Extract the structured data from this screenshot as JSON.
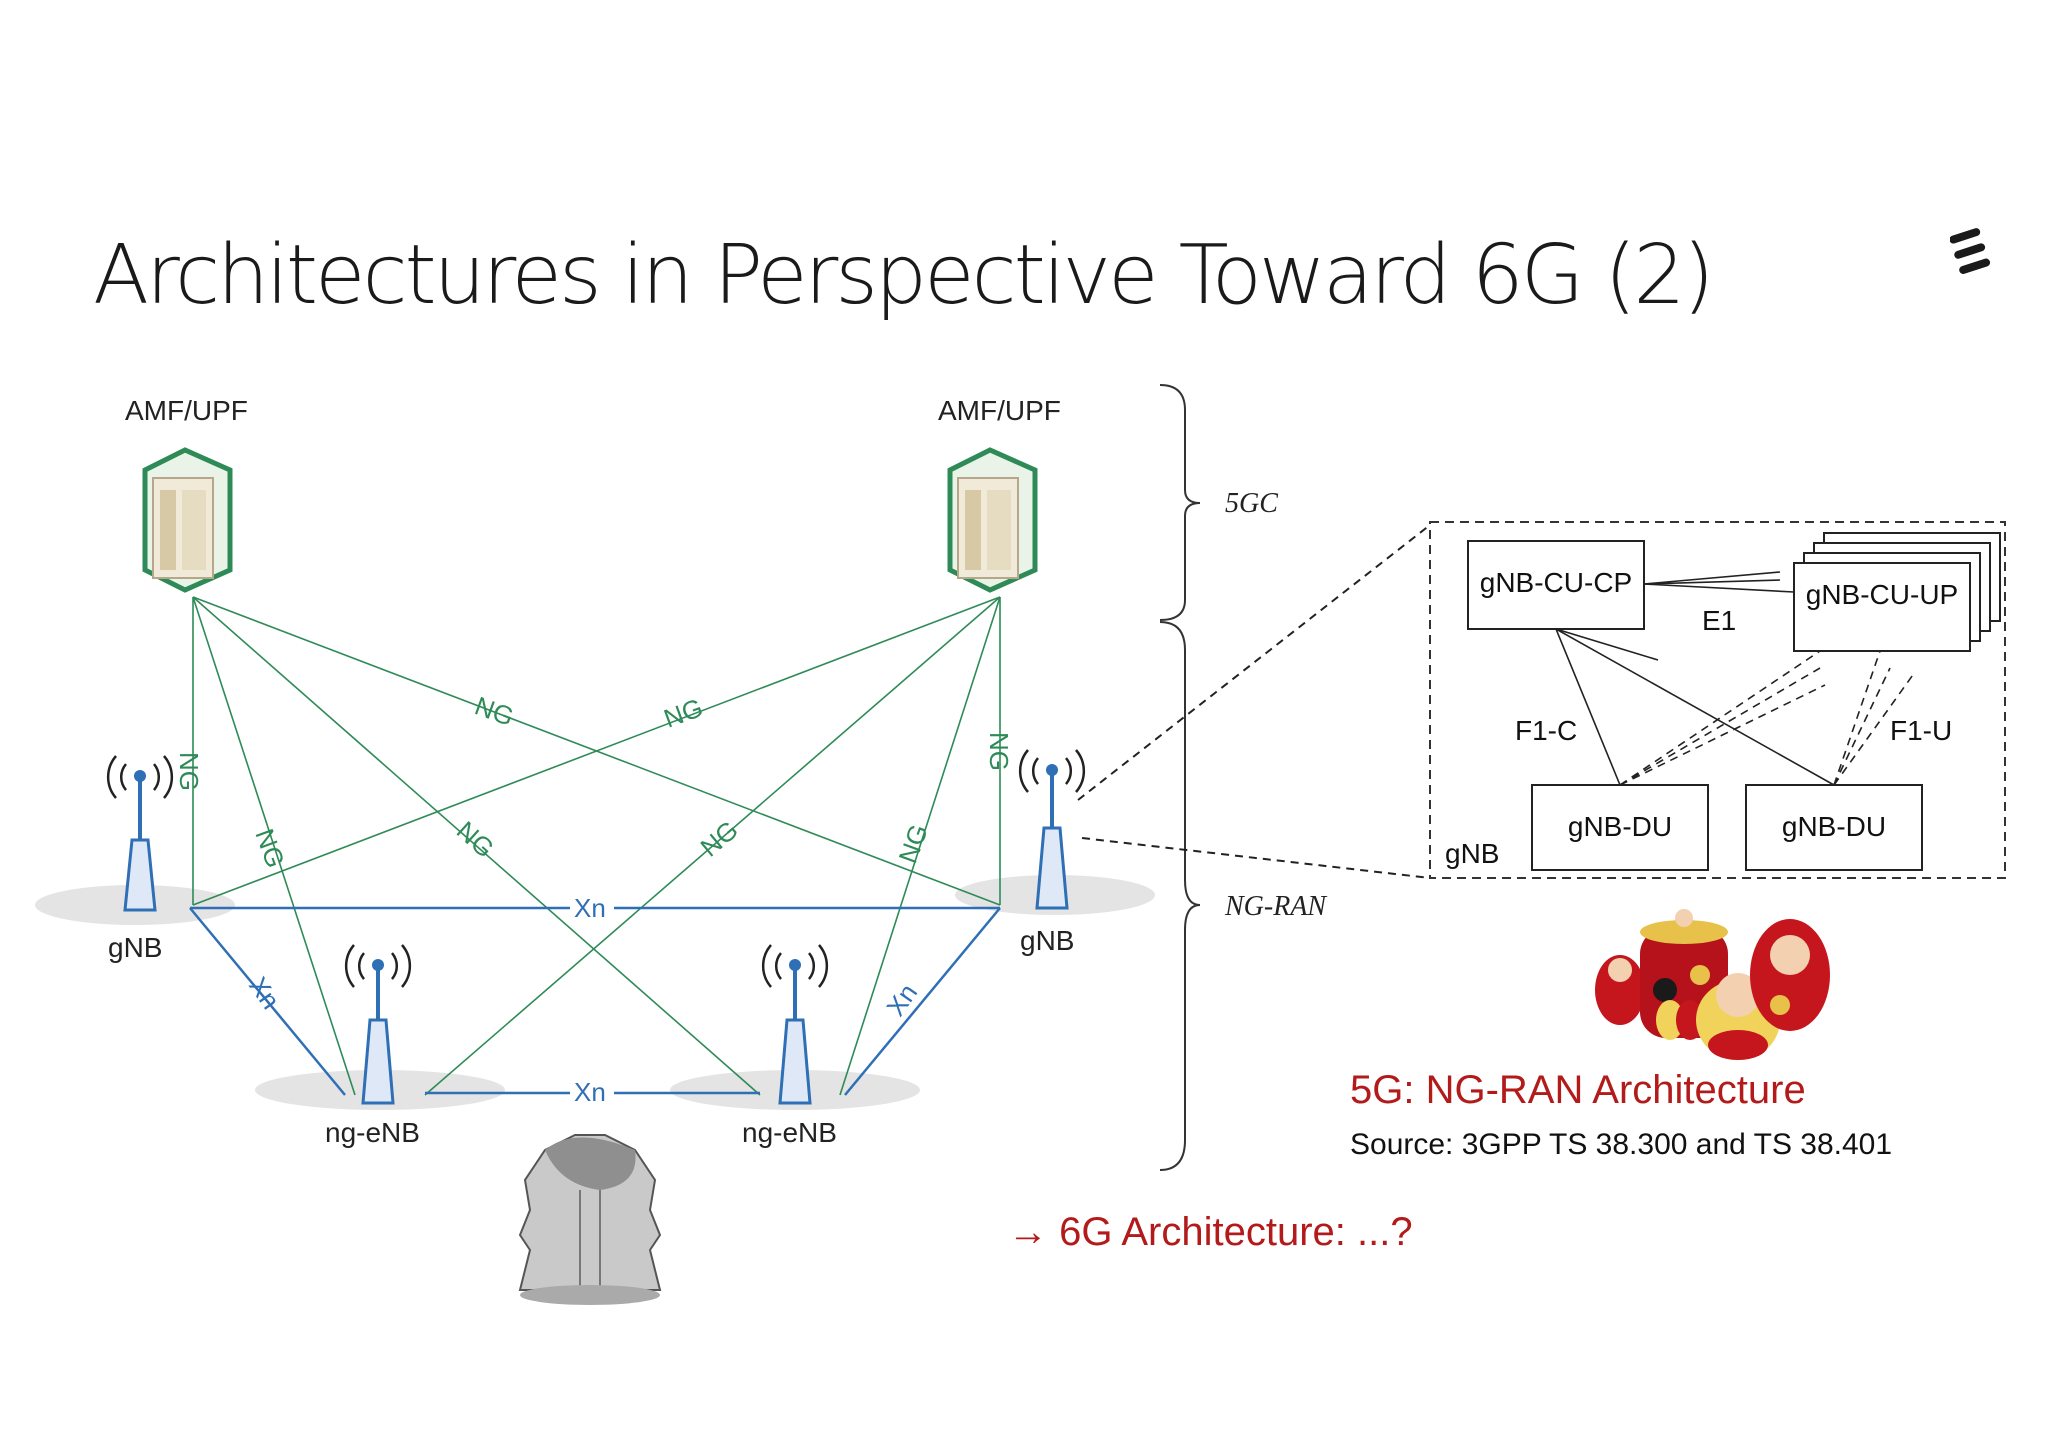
{
  "slide": {
    "title": "Architectures in Perspective Toward 6G (2)",
    "brand_logo_icon": "ericsson-logo-icon"
  },
  "network": {
    "core_nodes": [
      {
        "label": "AMF/UPF",
        "icon": "server-icon"
      },
      {
        "label": "AMF/UPF",
        "icon": "server-icon"
      }
    ],
    "ran_nodes": [
      {
        "label": "gNB",
        "icon": "antenna-icon"
      },
      {
        "label": "gNB",
        "icon": "antenna-icon"
      },
      {
        "label": "ng-eNB",
        "icon": "antenna-icon"
      },
      {
        "label": "ng-eNB",
        "icon": "antenna-icon"
      }
    ],
    "interface_labels": {
      "ng": "NG",
      "xn": "Xn"
    },
    "brace_labels": {
      "core": "5GC",
      "ran": "NG-RAN"
    }
  },
  "gnb_detail": {
    "cu_cp": "gNB-CU-CP",
    "cu_up": "gNB-CU-UP",
    "du": [
      "gNB-DU",
      "gNB-DU"
    ],
    "e1": "E1",
    "f1c": "F1-C",
    "f1u": "F1-U",
    "box_label": "gNB"
  },
  "captions": {
    "ngran": "5G: NG-RAN Architecture",
    "source": "Source: 3GPP TS 38.300 and TS 38.401",
    "sixg": "→ 6G Architecture: ...?"
  },
  "images": {
    "nesting_dolls": "matryoshka-dolls-image",
    "janus_head": "janus-bust-image"
  },
  "colors": {
    "ng_line": "#2e8b57",
    "xn_line": "#2e6fb5",
    "server_border": "#2e8b57",
    "caption_red": "#b31b1b"
  }
}
